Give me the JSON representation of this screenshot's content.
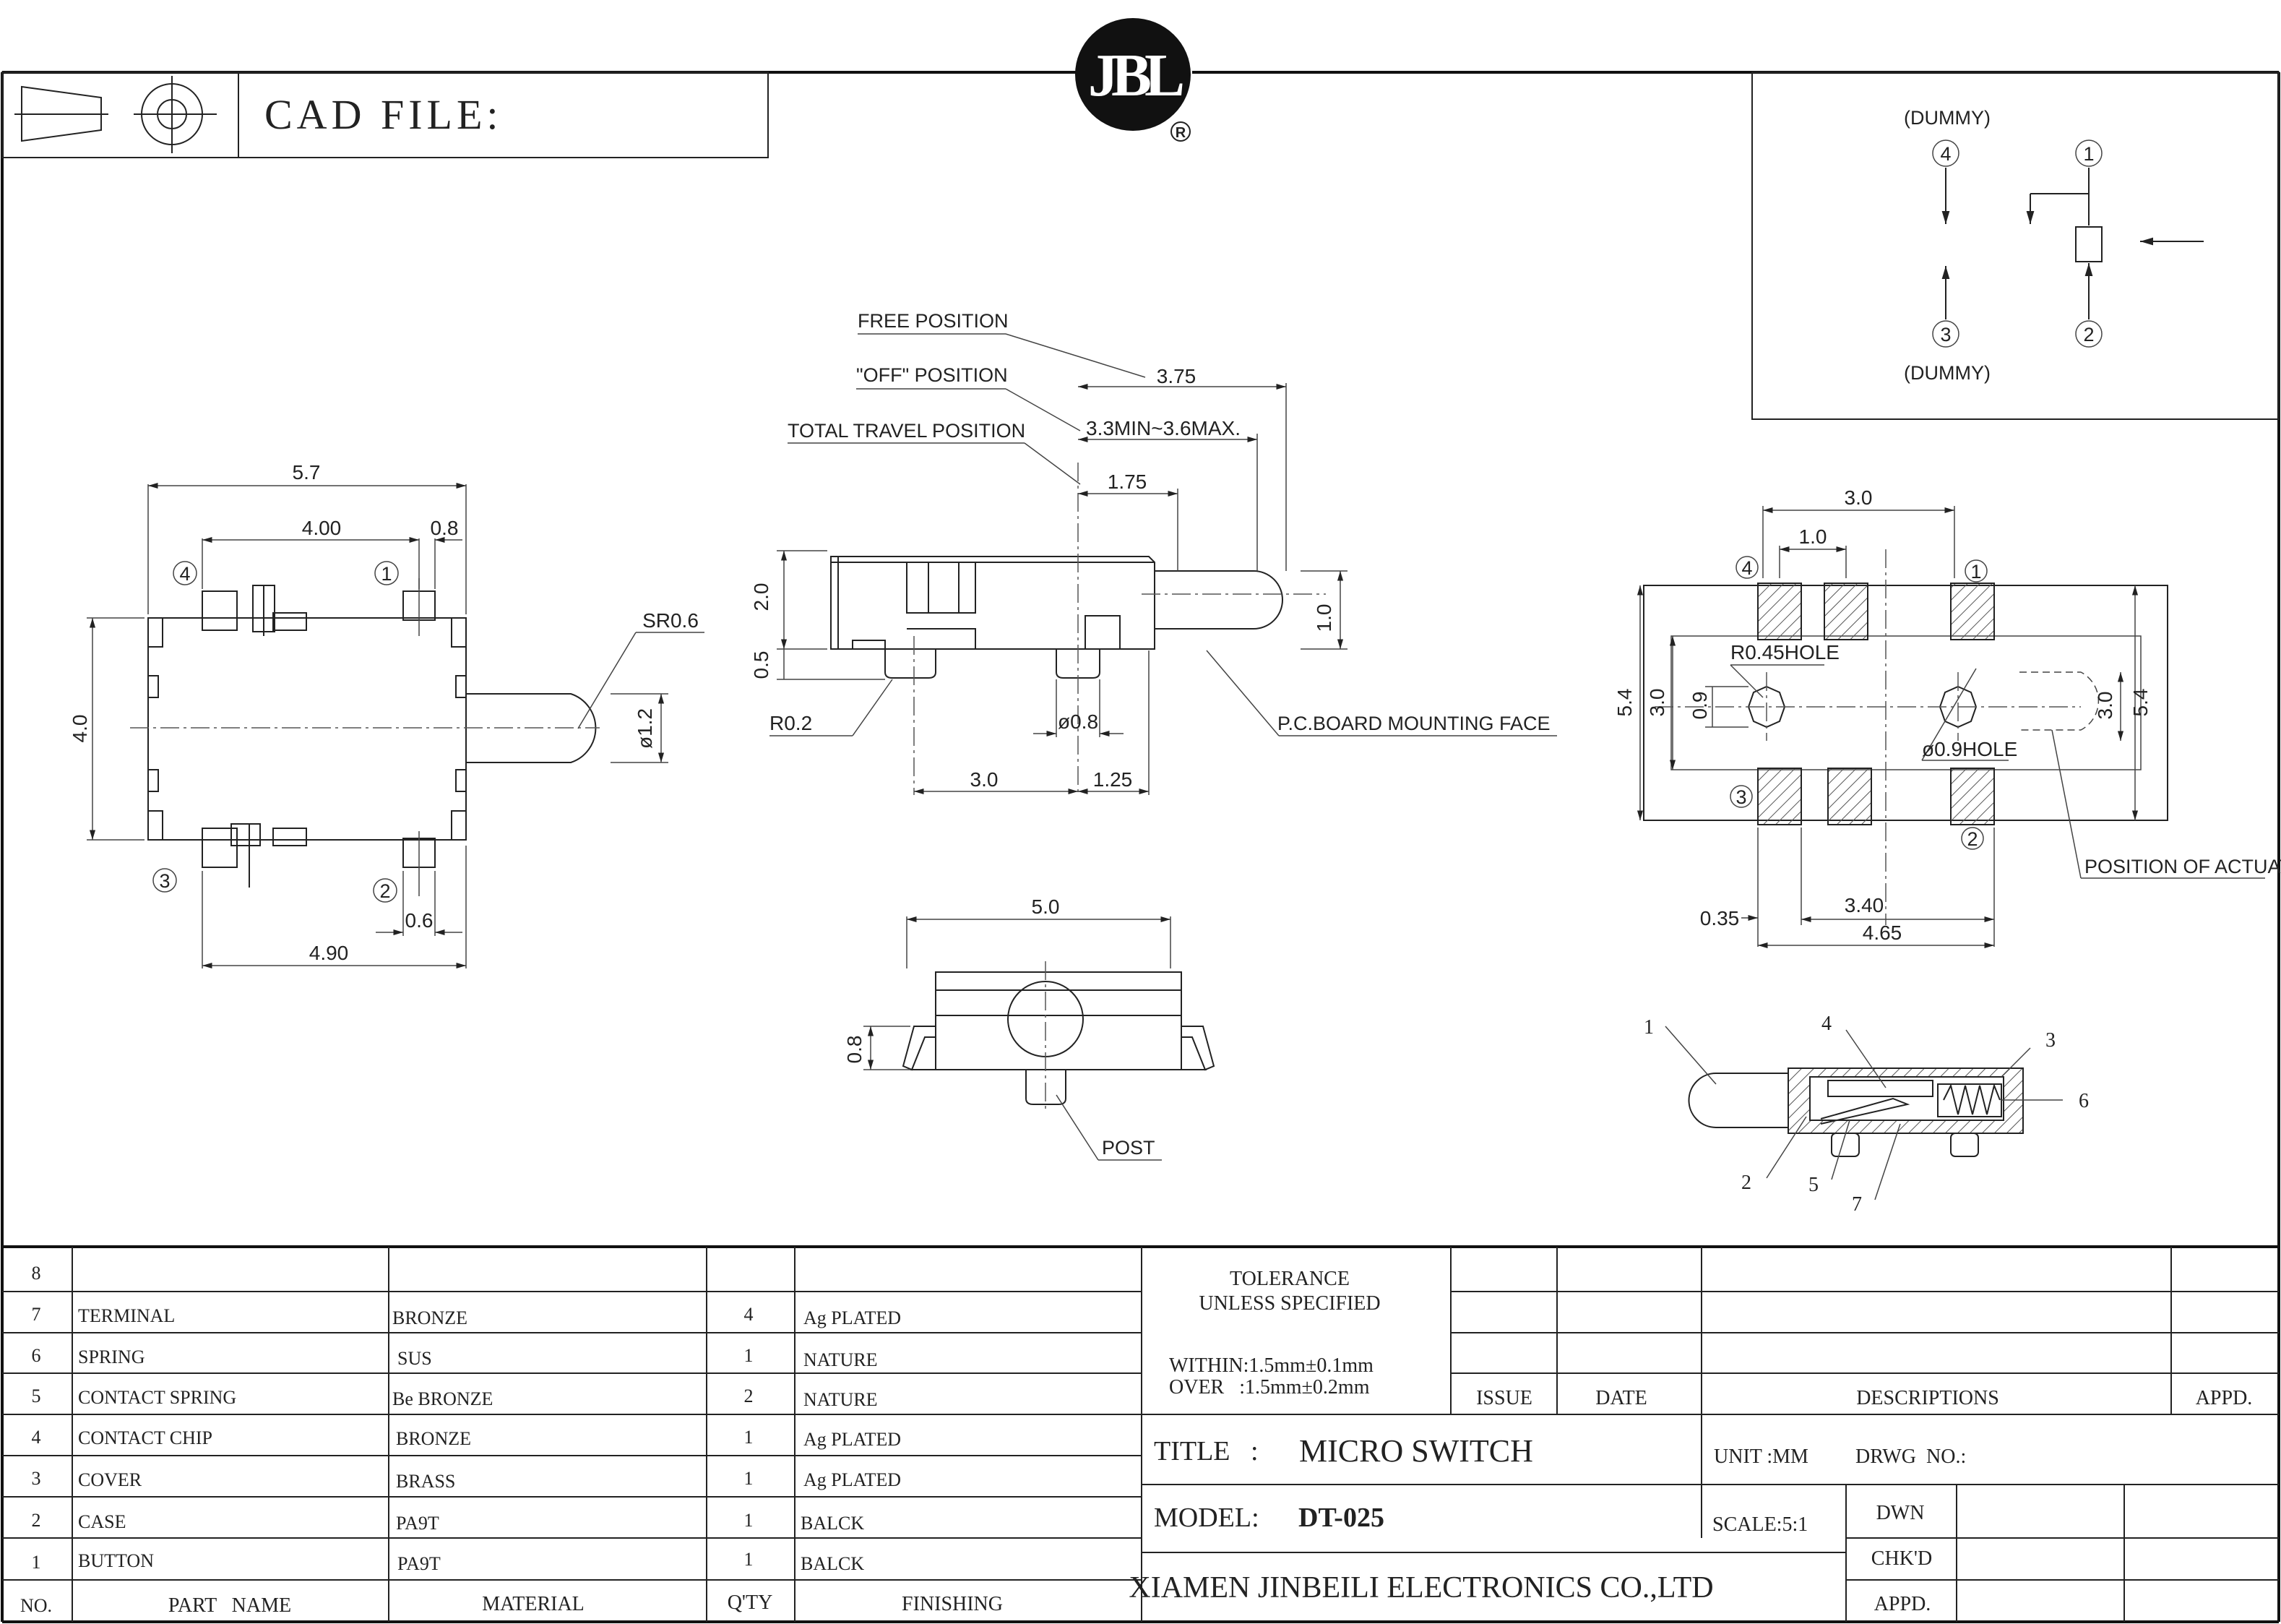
{
  "header": {
    "cad_label": "CAD FILE:",
    "logo_text": "JBL",
    "registered_mark": "R"
  },
  "schematic": {
    "dummy_top": "(DUMMY)",
    "dummy_bottom": "(DUMMY)",
    "pins": [
      "1",
      "2",
      "3",
      "4"
    ]
  },
  "top_view": {
    "dims": {
      "overall_width": "5.7",
      "pin_span": "4.00",
      "pin_width_top": "0.8",
      "height": "4.0",
      "actuator_radius": "SR0.6",
      "actuator_dia": "ø1.2",
      "pin_width_bottom": "0.6",
      "bottom_span": "4.90"
    },
    "pins": [
      "4",
      "1",
      "3",
      "2"
    ]
  },
  "side_view": {
    "labels": {
      "free_position": "FREE POSITION",
      "off_position": "\"OFF\" POSITION",
      "total_travel": "TOTAL TRAVEL POSITION",
      "pcb_face": "P.C.BOARD MOUNTING FACE"
    },
    "dims": {
      "free": "3.75",
      "off": "3.3MIN~3.6MAX.",
      "travel": "1.75",
      "body_height": "2.0",
      "standoff": "0.5",
      "actuator_height": "1.0",
      "post_radius": "R0.2",
      "post_dia": "ø0.8",
      "post_pitch": "3.0",
      "post_offset": "1.25"
    }
  },
  "front_view": {
    "dims": {
      "width": "5.0",
      "height": "0.8"
    },
    "post_label": "POST"
  },
  "pcb_layout": {
    "dims": {
      "span_top": "3.0",
      "pad_pitch": "1.0",
      "overall_left": "5.4",
      "inner_left": "3.0",
      "pad_gap": "0.9",
      "hole_small": "R0.45HOLE",
      "hole_large": "ø0.9HOLE",
      "inner_right": "3.0",
      "overall_right": "5.4",
      "pad_width": "0.35",
      "center_span": "3.40",
      "overall_bottom": "4.65"
    },
    "actuator_label": "POSITION OF ACTUATOR",
    "pins": [
      "4",
      "1",
      "3",
      "2"
    ]
  },
  "section_view": {
    "callouts": [
      "1",
      "4",
      "3",
      "6",
      "2",
      "5",
      "7"
    ]
  },
  "bom": {
    "headers": {
      "no": "NO.",
      "part": "PART   NAME",
      "material": "MATERIAL",
      "qty": "Q'TY",
      "finishing": "FINISHING"
    },
    "rows": [
      {
        "no": "8",
        "part": "",
        "material": "",
        "qty": "",
        "finishing": ""
      },
      {
        "no": "7",
        "part": "TERMINAL",
        "material": "BRONZE",
        "qty": "4",
        "finishing": "Ag PLATED"
      },
      {
        "no": "6",
        "part": "SPRING",
        "material": "SUS",
        "qty": "1",
        "finishing": "NATURE"
      },
      {
        "no": "5",
        "part": "CONTACT SPRING",
        "material": "Be BRONZE",
        "qty": "2",
        "finishing": "NATURE"
      },
      {
        "no": "4",
        "part": "CONTACT CHIP",
        "material": "BRONZE",
        "qty": "1",
        "finishing": "Ag PLATED"
      },
      {
        "no": "3",
        "part": "COVER",
        "material": "BRASS",
        "qty": "1",
        "finishing": "Ag PLATED"
      },
      {
        "no": "2",
        "part": "CASE",
        "material": "PA9T",
        "qty": "1",
        "finishing": "BALCK"
      },
      {
        "no": "1",
        "part": "BUTTON",
        "material": "PA9T",
        "qty": "1",
        "finishing": "BALCK"
      }
    ]
  },
  "title_block": {
    "tolerance_line1": "TOLERANCE",
    "tolerance_line2": "UNLESS SPECIFIED",
    "within": "WITHIN:1.5mm±0.1mm",
    "over": "OVER   :1.5mm±0.2mm",
    "issue": "ISSUE",
    "date": "DATE",
    "descriptions": "DESCRIPTIONS",
    "appd_header": "APPD.",
    "title_label": "TITLE   :",
    "title_value": "MICRO SWITCH",
    "unit": "UNIT :MM",
    "drwg_no": "DRWG  NO.:",
    "model_label": "MODEL:",
    "model_value": "DT-025",
    "scale": "SCALE:5:1",
    "dwn": "DWN",
    "chkd": "CHK'D",
    "appd": "APPD.",
    "company": "XIAMEN JINBEILI ELECTRONICS CO.,LTD"
  }
}
